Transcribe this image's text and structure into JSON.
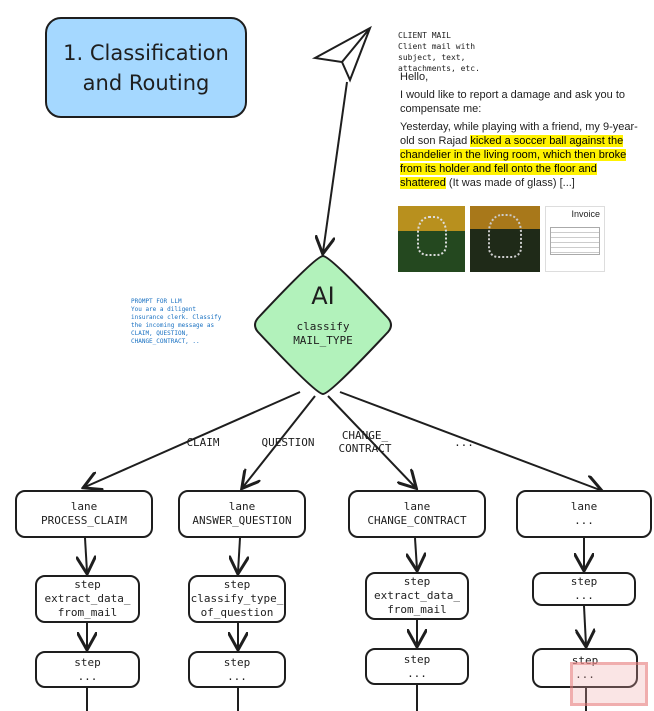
{
  "title": "1. Classification and Routing",
  "mail": {
    "heading": "CLIENT MAIL",
    "subheading": "Client mail with subject, text, attachments, etc.",
    "greeting": "Hello,",
    "para1": "I would like to report a damage and ask you to compensate me:",
    "para2_pre": "Yesterday, while playing with a friend, my 9-year-old son Rajad ",
    "para2_highlight": "kicked a soccer ball against the chandelier in the living room, which then broke from its holder and fell onto the floor and shattered",
    "para2_post": " (It was made of glass) [...]",
    "invoice_label": "Invoice"
  },
  "prompt": {
    "heading": "PROMPT FOR LLM",
    "text": "You are a diligent insurance clerk. Classify the incoming message as CLAIM, QUESTION, CHANGE_CONTRACT, .."
  },
  "ai": {
    "badge": "AI",
    "line1": "classify",
    "line2": "MAIL_TYPE"
  },
  "edges": [
    "CLAIM",
    "QUESTION",
    "CHANGE_\nCONTRACT",
    "..."
  ],
  "lanes": [
    {
      "title": "lane",
      "name": "PROCESS_CLAIM",
      "step1": "extract_data_\nfrom_mail",
      "step2": "..."
    },
    {
      "title": "lane",
      "name": "ANSWER_QUESTION",
      "step1": "classify_type_\nof_question",
      "step2": "..."
    },
    {
      "title": "lane",
      "name": "CHANGE_CONTRACT",
      "step1": "extract_data_\nfrom_mail",
      "step2": "..."
    },
    {
      "title": "lane",
      "name": "...",
      "step1": "...",
      "step2": "..."
    }
  ],
  "step_label": "step",
  "colors": {
    "title_fill": "#a5d8ff",
    "ai_fill": "#b2f2bb",
    "highlight": "#fff200",
    "prompt": "#1971c2"
  }
}
